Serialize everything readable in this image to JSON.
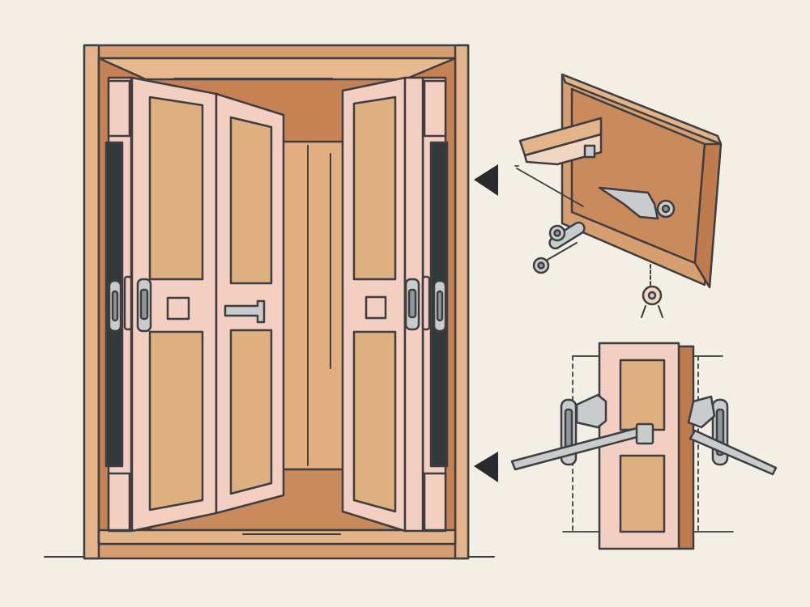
{
  "diagram": {
    "subject": "bifold-closet-door-hardware",
    "colors": {
      "background": "#f3efe5",
      "outline": "#3d3d42",
      "frame_wood": "#d79e6f",
      "frame_dark": "#bf7a4d",
      "interior_wall": "#e6b486",
      "interior_shadow": "#c78253",
      "door_panel": "#f2cfc0",
      "panel_inset": "#deb07f",
      "metal": "#c9cccc",
      "metal_dark": "#8f9699",
      "weatherstrip": "#32393d"
    },
    "callout_arrows": [
      {
        "points_to": "top-right-detail"
      },
      {
        "points_to": "bottom-right-detail"
      }
    ],
    "detail_views": [
      {
        "name": "top-track-and-pivot-detail"
      },
      {
        "name": "hinge-and-latch-detail"
      }
    ]
  }
}
